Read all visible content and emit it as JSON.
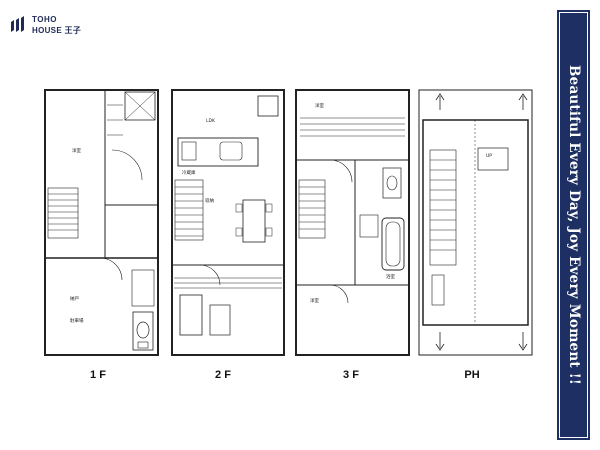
{
  "brand": {
    "line1": "TOHO",
    "line2": "HOUSE 王子",
    "logo_icon": "toho-house-logo-icon"
  },
  "banner": {
    "text": "Beautiful  Every Day, Joy Every Moment !!",
    "background": "#1d2f63"
  },
  "floors": [
    {
      "label": "1 F",
      "rooms": [
        "洋室",
        "納戸",
        "駐車場"
      ]
    },
    {
      "label": "2 F",
      "rooms": [
        "LDK",
        "冷蔵庫",
        "収納"
      ]
    },
    {
      "label": "3 F",
      "rooms": [
        "洋室",
        "浴室",
        "洋室"
      ]
    },
    {
      "label": "PH",
      "rooms": [
        "UP"
      ]
    }
  ]
}
